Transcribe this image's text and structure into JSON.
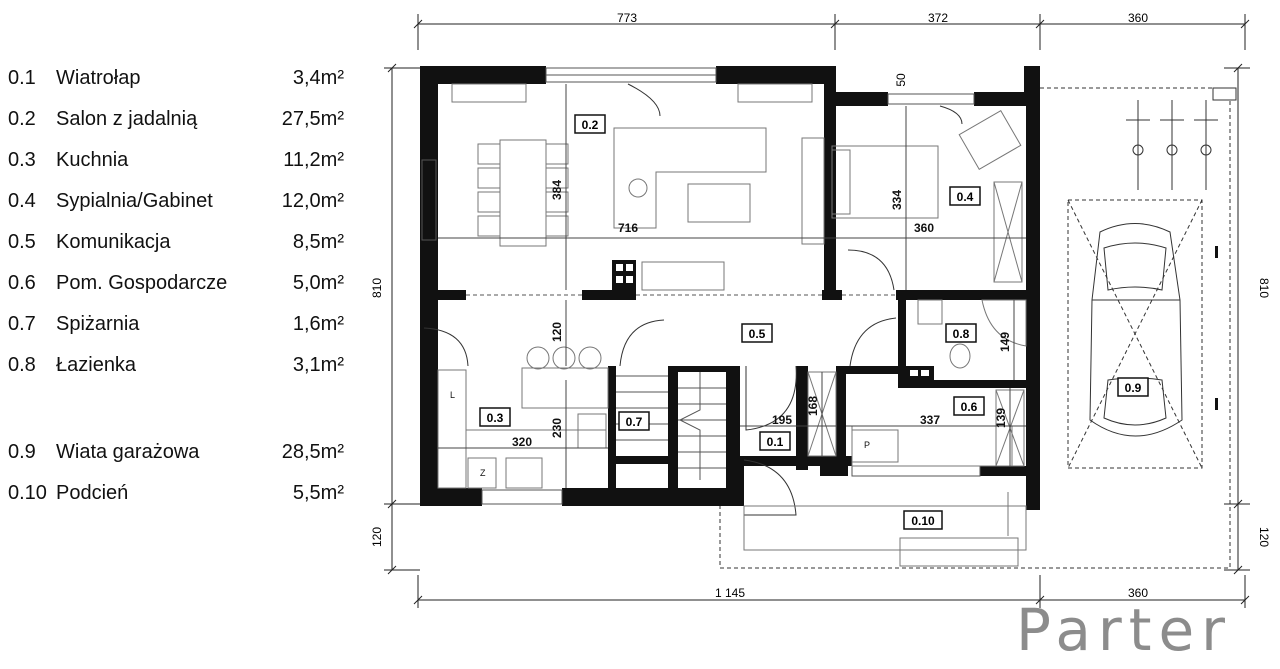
{
  "legend": [
    {
      "code": "0.1",
      "name": "Wiatrołap",
      "area": "3,4m²"
    },
    {
      "code": "0.2",
      "name": "Salon z jadalnią",
      "area": "27,5m²"
    },
    {
      "code": "0.3",
      "name": "Kuchnia",
      "area": "11,2m²"
    },
    {
      "code": "0.4",
      "name": "Sypialnia/Gabinet",
      "area": "12,0m²"
    },
    {
      "code": "0.5",
      "name": "Komunikacja",
      "area": "8,5m²"
    },
    {
      "code": "0.6",
      "name": "Pom. Gospodarcze",
      "area": "5,0m²"
    },
    {
      "code": "0.7",
      "name": "Spiżarnia",
      "area": "1,6m²"
    },
    {
      "code": "0.8",
      "name": "Łazienka",
      "area": "3,1m²"
    },
    {
      "code": "0.9",
      "name": "Wiata garażowa",
      "area": "28,5m²"
    },
    {
      "code": "0.10",
      "name": "Podcień",
      "area": "5,5m²"
    }
  ],
  "heading": "Parter",
  "dimensions": {
    "top_a": "773",
    "top_b": "372",
    "top_c": "360",
    "bottom_a": "1 145",
    "bottom_b": "360",
    "left_total": "810",
    "left_porch": "120",
    "right_total": "810",
    "right_porch": "120",
    "opening_top": "50"
  },
  "room_tags": {
    "r01": "0.1",
    "r02": "0.2",
    "r03": "0.3",
    "r04": "0.4",
    "r05": "0.5",
    "r06": "0.6",
    "r07": "0.7",
    "r08": "0.8",
    "r09": "0.9",
    "r10": "0.10"
  },
  "inner_dims": {
    "salon_w": "716",
    "salon_h": "384",
    "bed_w": "360",
    "bed_h": "334",
    "hall_h": "120",
    "kitchen_w": "320",
    "kitchen_h": "230",
    "vest_w": "195",
    "vest_h": "168",
    "util_w": "337",
    "util_h": "139",
    "bath_h": "149"
  },
  "fixture_labels": {
    "fridge": "Z",
    "pantry": "P",
    "lamp": "L"
  }
}
